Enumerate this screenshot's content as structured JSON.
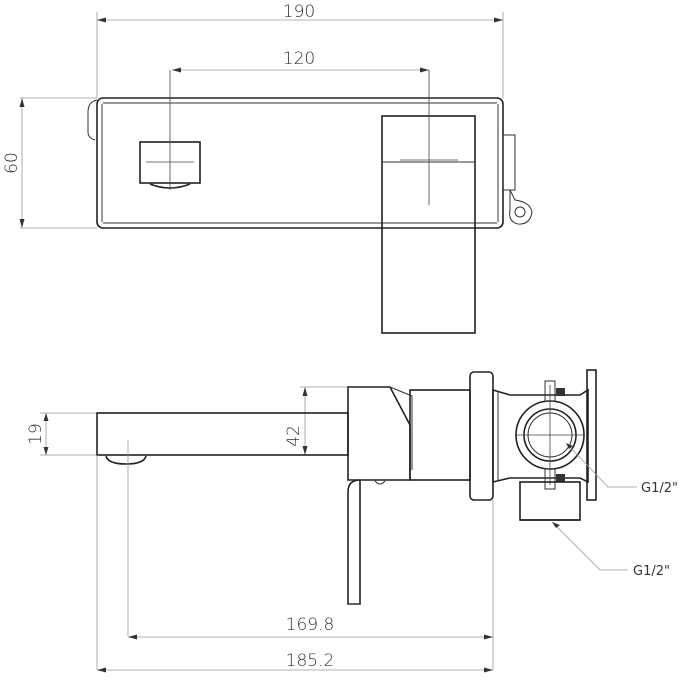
{
  "dimensions": {
    "top_width": "190",
    "handle_spacing": "120",
    "plate_height": "60",
    "spout_height": "19",
    "body_height": "42",
    "spout_reach_outlet": "169.8",
    "spout_reach_total": "185.2"
  },
  "annotations": {
    "inlet_thread": "G1/2\"",
    "outlet_thread": "G1/2\""
  },
  "colors": {
    "line": "#222222",
    "dimension": "#999999"
  }
}
